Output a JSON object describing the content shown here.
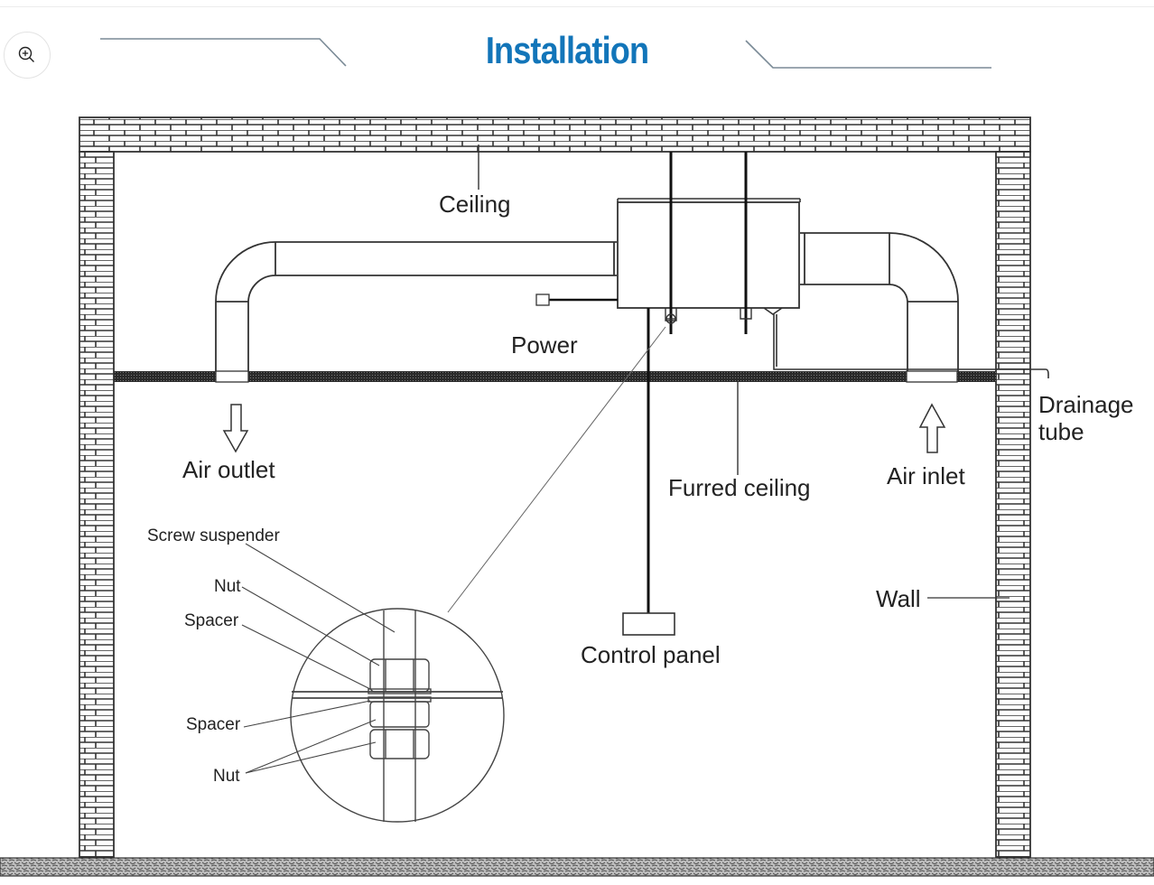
{
  "header": {
    "title": "Installation",
    "title_color": "#1275b9",
    "zoom_button_icon": "zoom-in-icon"
  },
  "diagram": {
    "labels": {
      "ceiling": "Ceiling",
      "power": "Power",
      "air_outlet": "Air outlet",
      "air_inlet": "Air inlet",
      "drainage_tube_line1": "Drainage",
      "drainage_tube_line2": "tube",
      "furred_ceiling": "Furred ceiling",
      "control_panel": "Control panel",
      "wall": "Wall"
    },
    "detail": {
      "screw_suspender": "Screw suspender",
      "nut_top": "Nut",
      "spacer_top": "Spacer",
      "spacer_bottom": "Spacer",
      "nut_bottom": "Nut"
    }
  }
}
